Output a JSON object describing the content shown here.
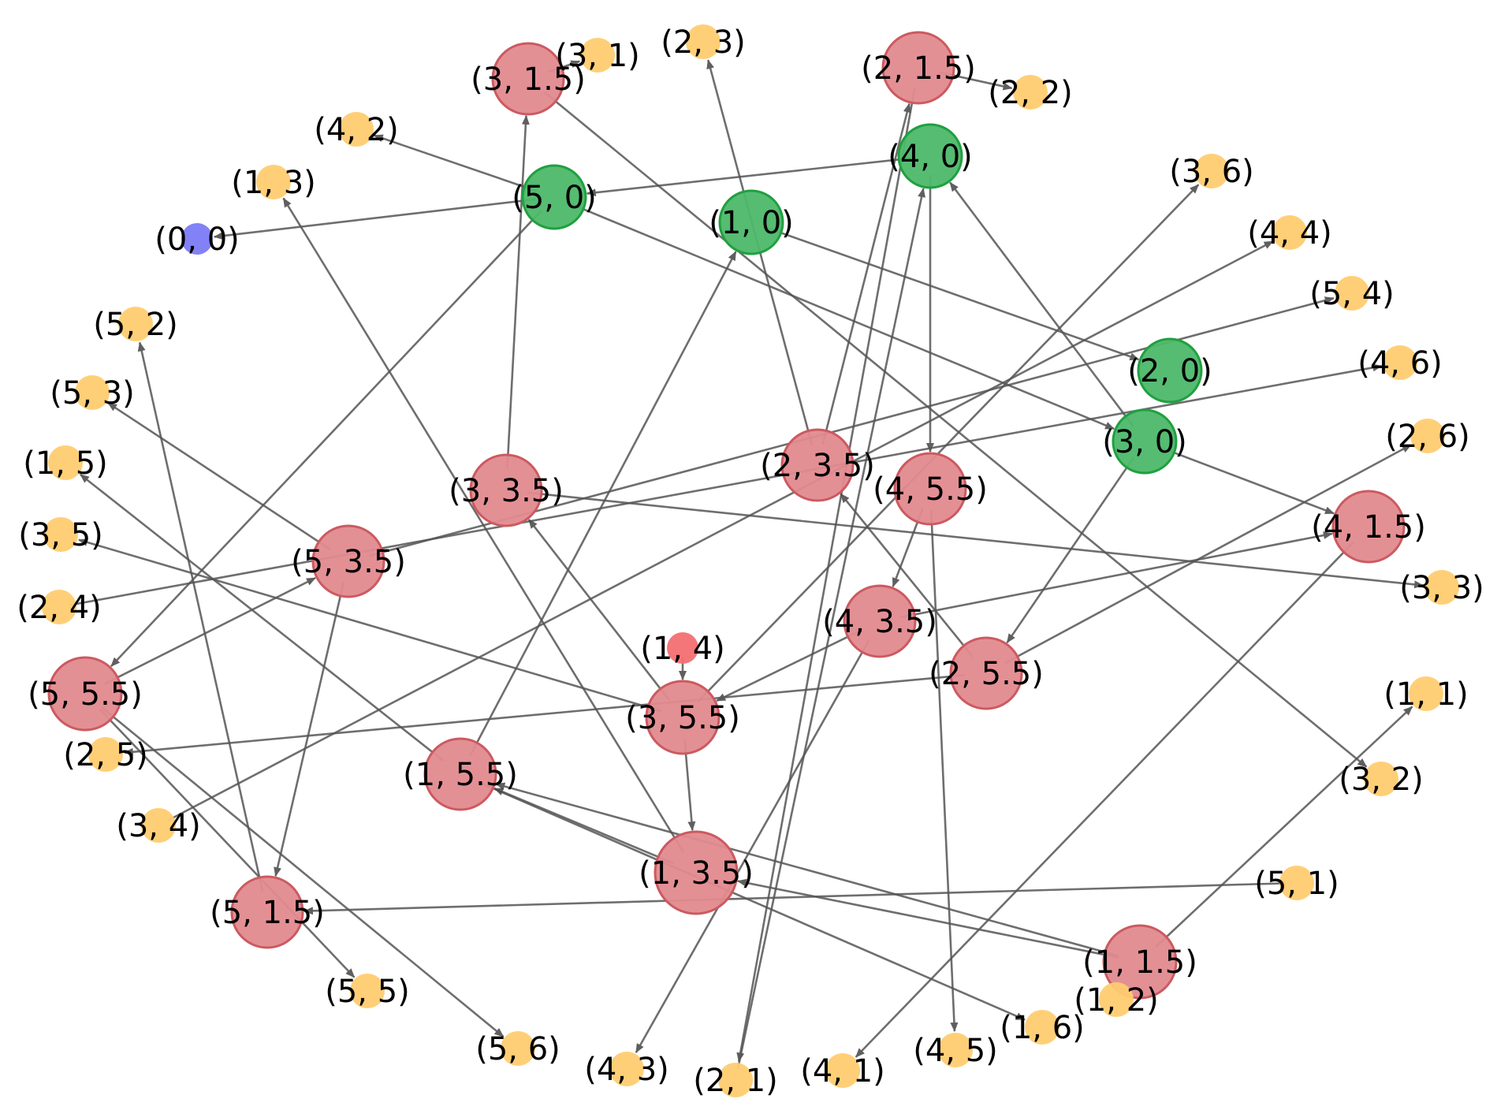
{
  "colors": {
    "origin": "#7b7bf5",
    "start": "#f36f72",
    "green": "#4db86a",
    "green_stroke": "#20a040",
    "red": "#e28a8f",
    "red_stroke": "#cc5a60",
    "yellow": "#ffcc70",
    "edge": "#555555"
  },
  "nodes": [
    {
      "id": "(0, 0)",
      "kind": "origin"
    },
    {
      "id": "(1, 4)",
      "kind": "start"
    },
    {
      "id": "(5, 0)",
      "kind": "green"
    },
    {
      "id": "(4, 0)",
      "kind": "green"
    },
    {
      "id": "(1, 0)",
      "kind": "green"
    },
    {
      "id": "(2, 0)",
      "kind": "green"
    },
    {
      "id": "(3, 0)",
      "kind": "green"
    },
    {
      "id": "(3, 1.5)",
      "kind": "red"
    },
    {
      "id": "(2, 1.5)",
      "kind": "red"
    },
    {
      "id": "(3, 3.5)",
      "kind": "red"
    },
    {
      "id": "(2, 3.5)",
      "kind": "red"
    },
    {
      "id": "(4, 5.5)",
      "kind": "red"
    },
    {
      "id": "(5, 3.5)",
      "kind": "red"
    },
    {
      "id": "(4, 1.5)",
      "kind": "red"
    },
    {
      "id": "(4, 3.5)",
      "kind": "red"
    },
    {
      "id": "(2, 5.5)",
      "kind": "red"
    },
    {
      "id": "(5, 5.5)",
      "kind": "red"
    },
    {
      "id": "(3, 5.5)",
      "kind": "red"
    },
    {
      "id": "(1, 5.5)",
      "kind": "red"
    },
    {
      "id": "(1, 3.5)",
      "kind": "red"
    },
    {
      "id": "(5, 1.5)",
      "kind": "red"
    },
    {
      "id": "(1, 1.5)",
      "kind": "red"
    },
    {
      "id": "(3, 1)",
      "kind": "yellow"
    },
    {
      "id": "(2, 3)",
      "kind": "yellow"
    },
    {
      "id": "(2, 2)",
      "kind": "yellow"
    },
    {
      "id": "(4, 2)",
      "kind": "yellow"
    },
    {
      "id": "(1, 3)",
      "kind": "yellow"
    },
    {
      "id": "(3, 6)",
      "kind": "yellow"
    },
    {
      "id": "(4, 4)",
      "kind": "yellow"
    },
    {
      "id": "(5, 4)",
      "kind": "yellow"
    },
    {
      "id": "(4, 6)",
      "kind": "yellow"
    },
    {
      "id": "(2, 6)",
      "kind": "yellow"
    },
    {
      "id": "(5, 2)",
      "kind": "yellow"
    },
    {
      "id": "(5, 3)",
      "kind": "yellow"
    },
    {
      "id": "(1, 5)",
      "kind": "yellow"
    },
    {
      "id": "(3, 5)",
      "kind": "yellow"
    },
    {
      "id": "(2, 4)",
      "kind": "yellow"
    },
    {
      "id": "(3, 3)",
      "kind": "yellow"
    },
    {
      "id": "(1, 1)",
      "kind": "yellow"
    },
    {
      "id": "(3, 2)",
      "kind": "yellow"
    },
    {
      "id": "(2, 5)",
      "kind": "yellow"
    },
    {
      "id": "(3, 4)",
      "kind": "yellow"
    },
    {
      "id": "(5, 1)",
      "kind": "yellow"
    },
    {
      "id": "(1, 2)",
      "kind": "yellow"
    },
    {
      "id": "(5, 5)",
      "kind": "yellow"
    },
    {
      "id": "(1, 6)",
      "kind": "yellow"
    },
    {
      "id": "(5, 6)",
      "kind": "yellow"
    },
    {
      "id": "(4, 3)",
      "kind": "yellow"
    },
    {
      "id": "(2, 1)",
      "kind": "yellow"
    },
    {
      "id": "(4, 1)",
      "kind": "yellow"
    },
    {
      "id": "(4, 5)",
      "kind": "yellow"
    }
  ],
  "edges": [
    [
      "(4, 0)",
      "(5, 0)"
    ],
    [
      "(5, 0)",
      "(0, 0)"
    ],
    [
      "(5, 0)",
      "(4, 2)"
    ],
    [
      "(5, 0)",
      "(3, 0)"
    ],
    [
      "(5, 0)",
      "(5, 5.5)"
    ],
    [
      "(3, 1.5)",
      "(3, 1)"
    ],
    [
      "(3, 1.5)",
      "(3, 2)"
    ],
    [
      "(2, 1.5)",
      "(2, 2)"
    ],
    [
      "(4, 0)",
      "(4, 5.5)"
    ],
    [
      "(3, 0)",
      "(4, 0)"
    ],
    [
      "(1, 0)",
      "(2, 0)"
    ],
    [
      "(3, 0)",
      "(2, 5.5)"
    ],
    [
      "(3, 0)",
      "(4, 1.5)"
    ],
    [
      "(3, 3.5)",
      "(3, 1.5)"
    ],
    [
      "(3, 3.5)",
      "(3, 3)"
    ],
    [
      "(2, 3.5)",
      "(2, 3)"
    ],
    [
      "(2, 3.5)",
      "(2, 1.5)"
    ],
    [
      "(2, 1.5)",
      "(2, 1)"
    ],
    [
      "(4, 5.5)",
      "(4, 3.5)"
    ],
    [
      "(4, 5.5)",
      "(4, 5)"
    ],
    [
      "(5, 3.5)",
      "(5, 4)"
    ],
    [
      "(5, 3.5)",
      "(5, 3)"
    ],
    [
      "(5, 3.5)",
      "(5, 1.5)"
    ],
    [
      "(2, 4)",
      "(4, 6)"
    ],
    [
      "(4, 3.5)",
      "(4, 1.5)"
    ],
    [
      "(4, 3.5)",
      "(4, 3)"
    ],
    [
      "(4, 3.5)",
      "(3, 5.5)"
    ],
    [
      "(2, 5.5)",
      "(2, 6)"
    ],
    [
      "(2, 5.5)",
      "(2, 3.5)"
    ],
    [
      "(2, 5.5)",
      "(2, 5)"
    ],
    [
      "(5, 5.5)",
      "(5, 3.5)"
    ],
    [
      "(5, 5.5)",
      "(5, 5)"
    ],
    [
      "(5, 5.5)",
      "(5, 6)"
    ],
    [
      "(3, 5.5)",
      "(3, 3.5)"
    ],
    [
      "(3, 5.5)",
      "(3, 5)"
    ],
    [
      "(3, 5.5)",
      "(1, 3.5)"
    ],
    [
      "(3, 5.5)",
      "(3, 6)"
    ],
    [
      "(1, 4)",
      "(3, 5.5)"
    ],
    [
      "(1, 5.5)",
      "(1, 5)"
    ],
    [
      "(1, 5.5)",
      "(1, 0)"
    ],
    [
      "(1, 5.5)",
      "(1, 6)"
    ],
    [
      "(1, 3.5)",
      "(1, 3)"
    ],
    [
      "(1, 3.5)",
      "(1, 5.5)"
    ],
    [
      "(1, 1.5)",
      "(1, 3.5)"
    ],
    [
      "(1, 1.5)",
      "(1, 1)"
    ],
    [
      "(1, 1.5)",
      "(1, 5.5)"
    ],
    [
      "(5, 1.5)",
      "(5, 2)"
    ],
    [
      "(5, 1)",
      "(5, 1.5)"
    ],
    [
      "(4, 1.5)",
      "(4, 1)"
    ],
    [
      "(3, 4)",
      "(4, 4)"
    ],
    [
      "(2, 1)",
      "(4, 0)"
    ],
    [
      "(1, 2)",
      "(1, 1.5)"
    ]
  ]
}
